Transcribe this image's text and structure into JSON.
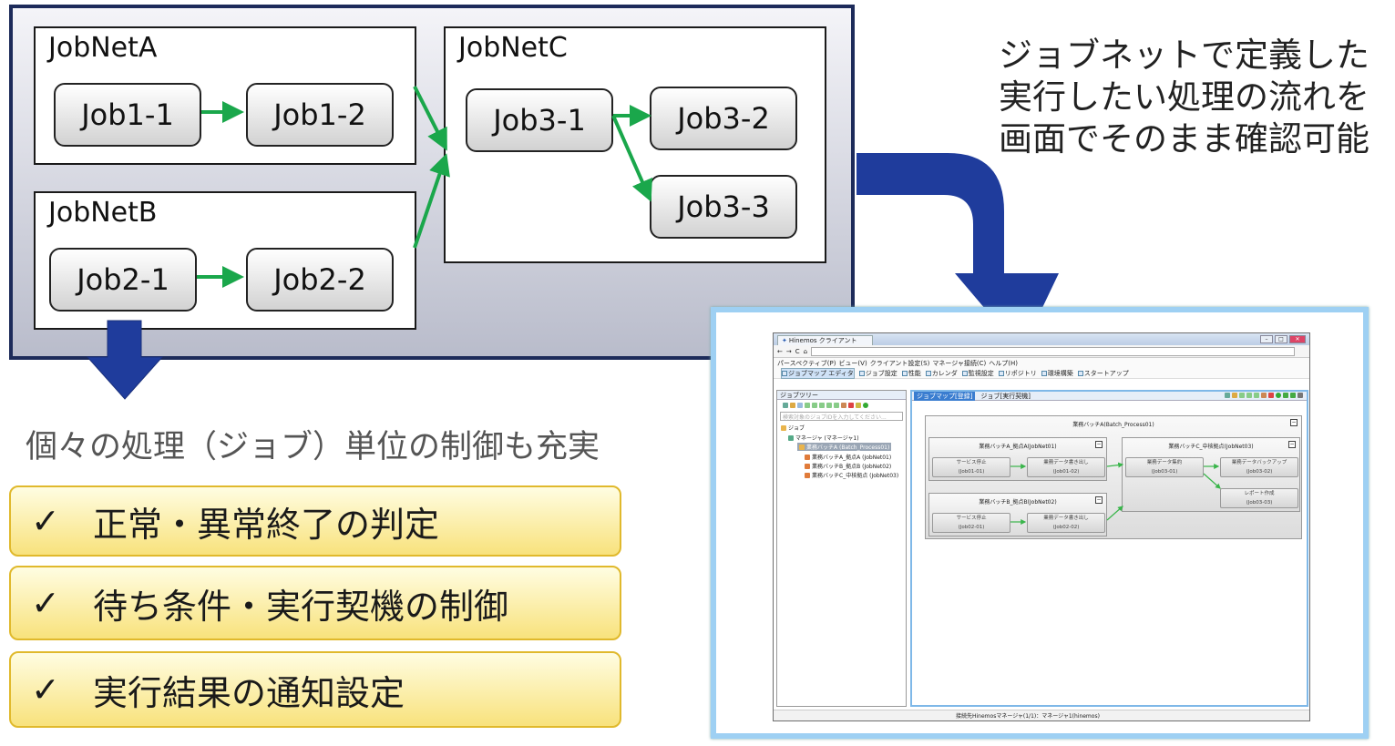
{
  "diagram": {
    "jobnets": [
      {
        "name": "JobNetA",
        "jobs": [
          "Job1-1",
          "Job1-2"
        ]
      },
      {
        "name": "JobNetB",
        "jobs": [
          "Job2-1",
          "Job2-2"
        ]
      },
      {
        "name": "JobNetC",
        "jobs": [
          "Job3-1",
          "Job3-2",
          "Job3-3"
        ]
      }
    ],
    "colors": {
      "panel_border": "#1d2b5a",
      "flow_arrow": "#1aa74b",
      "big_arrow": "#1f3c9c",
      "feature_bg": "#f8e27c"
    }
  },
  "subtitle": "個々の処理（ジョブ）単位の制御も充実",
  "features": [
    {
      "check": "✓",
      "label": "正常・異常終了の判定"
    },
    {
      "check": "✓",
      "label": "待ち条件・実行契機の制御"
    },
    {
      "check": "✓",
      "label": "実行結果の通知設定"
    }
  ],
  "callout": {
    "lines": [
      "ジョブネットで定義した",
      "実行したい処理の流れを",
      "画面でそのまま確認可能"
    ]
  },
  "screenshot": {
    "tab_title": "Hinemos クライアント",
    "menu": [
      "パースペクティブ(P)",
      "ビュー(V)",
      "クライアント設定(S)",
      "マネージャ接続(C)",
      "ヘルプ(H)"
    ],
    "perspectives": [
      "ジョブマップ エディタ",
      "ジョブ設定",
      "性能",
      "カレンダ",
      "監視設定",
      "リポジトリ",
      "環境構築",
      "スタートアップ"
    ],
    "tree": {
      "header": "ジョブツリー",
      "search_placeholder": "検索対象のジョブIDを入力してください...",
      "nodes": [
        "ジョブ",
        "マネージャ (マネージャ1)",
        "業務バッチA (Batch_Process01)",
        "業務バッチA_拠点A (JobNet01)",
        "業務バッチB_拠点B (JobNet02)",
        "業務バッチC_中核拠点 (JobNet03)"
      ]
    },
    "map_tabs": [
      "ジョブマップ[登録]",
      "ジョブ[実行契機]"
    ],
    "map": {
      "root": "業務バッチA(Batch_Process01)",
      "net1": {
        "title": "業務バッチA_拠点A(JobNet01)",
        "jobs": [
          {
            "name": "サービス停止",
            "id": "(Job01-01)"
          },
          {
            "name": "業務データ書き出し",
            "id": "(Job01-02)"
          }
        ]
      },
      "net2": {
        "title": "業務バッチB_拠点B(JobNet02)",
        "jobs": [
          {
            "name": "サービス停止",
            "id": "(Job02-01)"
          },
          {
            "name": "業務データ書き出し",
            "id": "(Job02-02)"
          }
        ]
      },
      "net3": {
        "title": "業務バッチC_中核拠点(JobNet03)",
        "jobs": [
          {
            "name": "業務データ集約",
            "id": "(Job03-01)"
          },
          {
            "name": "業務データバックアップ",
            "id": "(Job03-02)"
          },
          {
            "name": "レポート作成",
            "id": "(Job03-03)"
          }
        ]
      }
    },
    "status": "接続先Hinemosマネージャ(1/1)：マネージャ1(hinemos)"
  }
}
